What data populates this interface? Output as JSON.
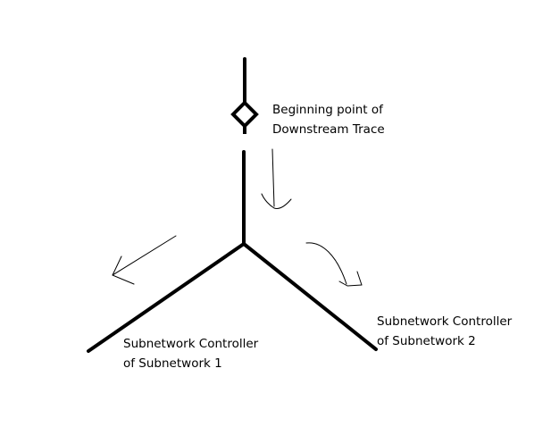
{
  "labels": {
    "start_point": [
      "Beginning point of",
      "Downstream Trace"
    ],
    "controller_1": [
      "Subnetwork Controller",
      "of Subnetwork 1"
    ],
    "controller_2": [
      "Subnetwork Controller",
      "of Subnetwork 2"
    ]
  },
  "colors": {
    "background": "#ffffff",
    "line": "#000000"
  }
}
